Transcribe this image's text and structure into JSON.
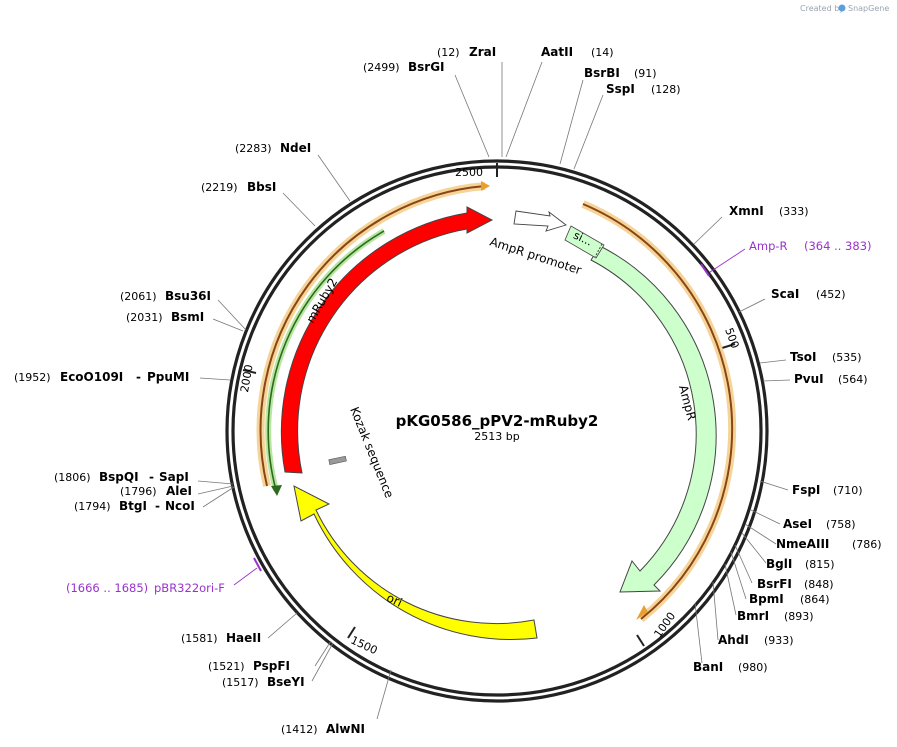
{
  "credit": {
    "prefix": "Created by",
    "brand": "SnapGene"
  },
  "plasmid": {
    "name": "pKG0586_pPV2-mRuby2",
    "size": "2513 bp"
  },
  "ticks": [
    "500",
    "1000",
    "1500",
    "2000",
    "2500"
  ],
  "features": [
    {
      "label": "mRuby2",
      "color": "#ff0000",
      "kind": "CDS"
    },
    {
      "label": "ori",
      "color": "#ffff00",
      "kind": "rep_origin"
    },
    {
      "label": "AmpR",
      "color": "#ccffcc",
      "kind": "CDS"
    },
    {
      "label": "AmpR promoter",
      "color": "#ffffff",
      "kind": "promoter"
    },
    {
      "label": "si...",
      "color": "#ccffcc",
      "kind": "sig_peptide"
    },
    {
      "label": "Kozak sequence",
      "color": "#999999",
      "kind": "misc"
    }
  ],
  "primers": [
    {
      "name": "Amp-R",
      "pos": "(364 .. 383)",
      "color": "#9933cc"
    },
    {
      "name": "pBR322ori-F",
      "pos": "(1666 .. 1685)",
      "color": "#9933cc"
    }
  ],
  "sites": [
    {
      "name": "ZraI",
      "pos": "(12)"
    },
    {
      "name": "AatII",
      "pos": "(14)"
    },
    {
      "name": "BsrGI",
      "pos": "(2499)"
    },
    {
      "name": "BsrBI",
      "pos": "(91)"
    },
    {
      "name": "SspI",
      "pos": "(128)"
    },
    {
      "name": "NdeI",
      "pos": "(2283)"
    },
    {
      "name": "BbsI",
      "pos": "(2219)"
    },
    {
      "name": "XmnI",
      "pos": "(333)"
    },
    {
      "name": "ScaI",
      "pos": "(452)"
    },
    {
      "name": "Bsu36I",
      "pos": "(2061)"
    },
    {
      "name": "BsmI",
      "pos": "(2031)"
    },
    {
      "name": "TsoI",
      "pos": "(535)"
    },
    {
      "name": "PvuI",
      "pos": "(564)"
    },
    {
      "name": "EcoO109I",
      "name2": "PpuMI",
      "pos": "(1952)"
    },
    {
      "name": "FspI",
      "pos": "(710)"
    },
    {
      "name": "BspQI",
      "name2": "SapI",
      "pos": "(1806)"
    },
    {
      "name": "AleI",
      "pos": "(1796)"
    },
    {
      "name": "BtgI",
      "name2": "NcoI",
      "pos": "(1794)"
    },
    {
      "name": "AseI",
      "pos": "(758)"
    },
    {
      "name": "NmeAIII",
      "pos": "(786)"
    },
    {
      "name": "BglI",
      "pos": "(815)"
    },
    {
      "name": "BsrFI",
      "pos": "(848)"
    },
    {
      "name": "BpmI",
      "pos": "(864)"
    },
    {
      "name": "BmrI",
      "pos": "(893)"
    },
    {
      "name": "AhdI",
      "pos": "(933)"
    },
    {
      "name": "BanI",
      "pos": "(980)"
    },
    {
      "name": "HaeII",
      "pos": "(1581)"
    },
    {
      "name": "PspFI",
      "pos": "(1521)"
    },
    {
      "name": "BseYI",
      "pos": "(1517)"
    },
    {
      "name": "AlwNI",
      "pos": "(1412)"
    }
  ]
}
